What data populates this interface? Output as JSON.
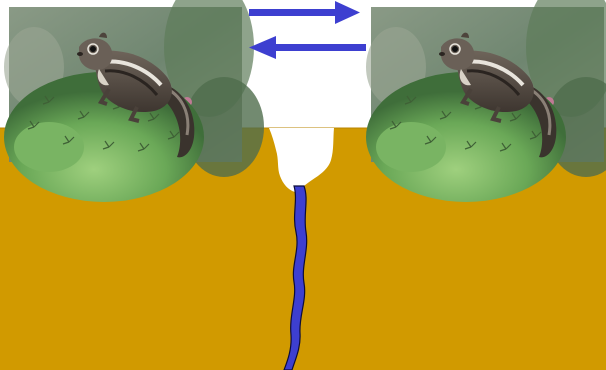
{
  "colors": {
    "ground": "#d19a00",
    "ground_edge": "#b88400",
    "water": "#3d3fd0",
    "water_outline": "#0c0c3a",
    "burrow": "#ffffff",
    "arrow": "#3d3fd0",
    "photo_cactus": "#7fb866",
    "photo_squirrel": "#5a5048"
  },
  "elements": {
    "left_photo": {
      "icon": "squirrel-on-cactus-photo"
    },
    "right_photo": {
      "icon": "squirrel-on-cactus-photo"
    },
    "arrow_top": {
      "icon": "arrow-right-icon"
    },
    "arrow_bottom": {
      "icon": "arrow-left-icon"
    },
    "burrow": {
      "icon": "burrow-shape"
    },
    "root": {
      "icon": "water-channel-shape"
    }
  }
}
